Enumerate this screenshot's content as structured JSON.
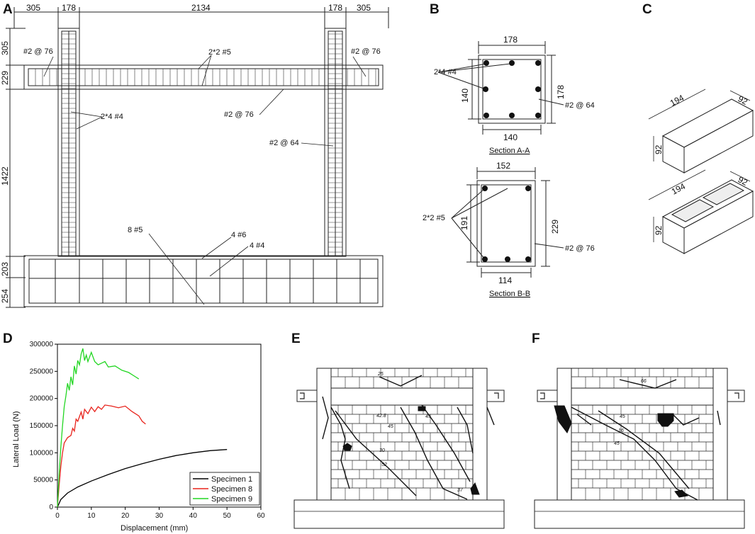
{
  "panels": {
    "a": "A",
    "b": "B",
    "c": "C",
    "d": "D",
    "e": "E",
    "f": "F"
  },
  "frame": {
    "dims_top": [
      "305",
      "178",
      "2134",
      "178",
      "305"
    ],
    "dims_left": [
      "305",
      "229",
      "1422",
      "203",
      "254"
    ],
    "annotations": [
      "#2 @ 76",
      "2*2 #5",
      "#2 @ 76",
      "2*4 #4",
      "#2 @ 76",
      "#2 @ 64",
      "8 #5",
      "4 #6",
      "4 #4"
    ]
  },
  "section_a": {
    "title": "Section A-A",
    "top": "178",
    "bottom": "140",
    "left": "140",
    "right": "178",
    "bars": "2*4 #4",
    "ties": "#2 @ 64"
  },
  "section_b": {
    "title": "Section B-B",
    "top": "152",
    "bottom": "114",
    "left": "191",
    "right": "229",
    "bars": "2*2 #5",
    "ties": "#2 @ 76"
  },
  "blocks": {
    "solid": {
      "len": "194",
      "w": "92",
      "h": "92"
    },
    "hollow": {
      "len": "194",
      "w": "92",
      "h": "92"
    }
  },
  "chart_data": {
    "type": "line",
    "xlabel": "Displacement (mm)",
    "ylabel": "Lateral Load (N)",
    "xlim": [
      0,
      60
    ],
    "ylim": [
      0,
      300000
    ],
    "xticks": [
      "0",
      "10",
      "20",
      "30",
      "40",
      "50",
      "60"
    ],
    "yticks": [
      "0",
      "50000",
      "100000",
      "150000",
      "200000",
      "250000",
      "300000"
    ],
    "legend": "bottom-right",
    "series": [
      {
        "name": "Specimen 1",
        "color": "#000000",
        "points": [
          [
            0,
            0
          ],
          [
            1,
            14000
          ],
          [
            3,
            26000
          ],
          [
            6,
            37000
          ],
          [
            10,
            48000
          ],
          [
            15,
            60000
          ],
          [
            20,
            71000
          ],
          [
            25,
            80000
          ],
          [
            30,
            88000
          ],
          [
            35,
            95000
          ],
          [
            40,
            100000
          ],
          [
            45,
            104000
          ],
          [
            50,
            106000
          ]
        ]
      },
      {
        "name": "Specimen 8",
        "color": "#e8231c",
        "points": [
          [
            0,
            0
          ],
          [
            0.5,
            40000
          ],
          [
            1,
            75000
          ],
          [
            1.5,
            100000
          ],
          [
            2,
            118000
          ],
          [
            3,
            128000
          ],
          [
            4,
            132000
          ],
          [
            4.5,
            145000
          ],
          [
            5,
            140000
          ],
          [
            5.5,
            162000
          ],
          [
            6,
            158000
          ],
          [
            7,
            175000
          ],
          [
            7.5,
            162000
          ],
          [
            8,
            180000
          ],
          [
            9,
            172000
          ],
          [
            10,
            184000
          ],
          [
            11,
            176000
          ],
          [
            12,
            185000
          ],
          [
            13,
            180000
          ],
          [
            14,
            188000
          ],
          [
            16,
            186000
          ],
          [
            18,
            183000
          ],
          [
            20,
            186000
          ],
          [
            22,
            176000
          ],
          [
            24,
            168000
          ],
          [
            25,
            158000
          ],
          [
            26,
            153000
          ]
        ]
      },
      {
        "name": "Specimen 9",
        "color": "#22d622",
        "points": [
          [
            0,
            0
          ],
          [
            0.5,
            60000
          ],
          [
            1,
            110000
          ],
          [
            1.5,
            150000
          ],
          [
            2,
            185000
          ],
          [
            2.5,
            205000
          ],
          [
            3,
            228000
          ],
          [
            3.5,
            215000
          ],
          [
            4,
            240000
          ],
          [
            4.5,
            225000
          ],
          [
            5,
            260000
          ],
          [
            5.5,
            245000
          ],
          [
            6,
            270000
          ],
          [
            6.5,
            262000
          ],
          [
            7,
            282000
          ],
          [
            7.5,
            292000
          ],
          [
            8,
            270000
          ],
          [
            8.5,
            280000
          ],
          [
            9,
            268000
          ],
          [
            10,
            285000
          ],
          [
            11,
            268000
          ],
          [
            12,
            262000
          ],
          [
            13,
            265000
          ],
          [
            14,
            268000
          ],
          [
            15,
            258000
          ],
          [
            17,
            260000
          ],
          [
            19,
            252000
          ],
          [
            21,
            248000
          ],
          [
            23,
            240000
          ],
          [
            24,
            236000
          ]
        ]
      }
    ]
  },
  "crack_e": {
    "marks": [
      "25",
      "42.8",
      "30",
      "45",
      "52",
      "45",
      "37"
    ]
  },
  "crack_f": {
    "marks": [
      "66",
      "45",
      "16",
      "45"
    ]
  }
}
